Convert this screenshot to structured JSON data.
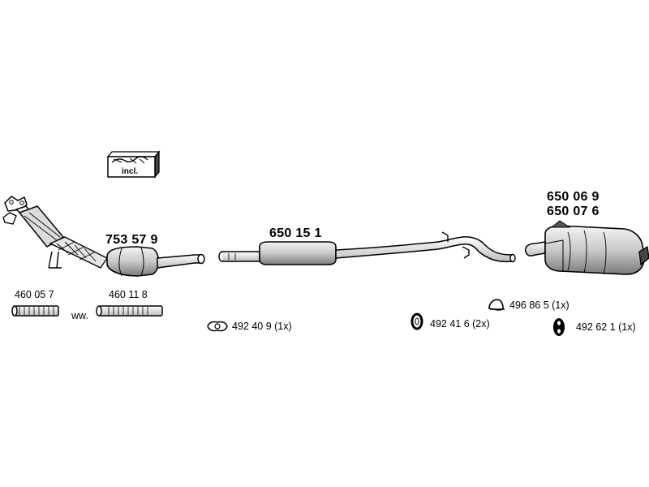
{
  "kit": {
    "label": "incl."
  },
  "parts": {
    "manifold_cat": "753 57 9",
    "middle_silencer": "650 15 1",
    "rear_silencer_a": "650 06 9",
    "rear_silencer_b": "650 07 6"
  },
  "flex": {
    "a": "460 05 7",
    "or": "ww.",
    "b": "460 11 8"
  },
  "accessories": {
    "gasket": "492 40 9 (1x)",
    "ring_mount": "492 41 6 (2x)",
    "hanger_top": "496 86 5 (1x)",
    "hanger_bottom": "492 62 1 (1x)"
  },
  "colors": {
    "line": "#000000",
    "shade": "#d8d8d8",
    "dark": "#6e6e6e"
  }
}
